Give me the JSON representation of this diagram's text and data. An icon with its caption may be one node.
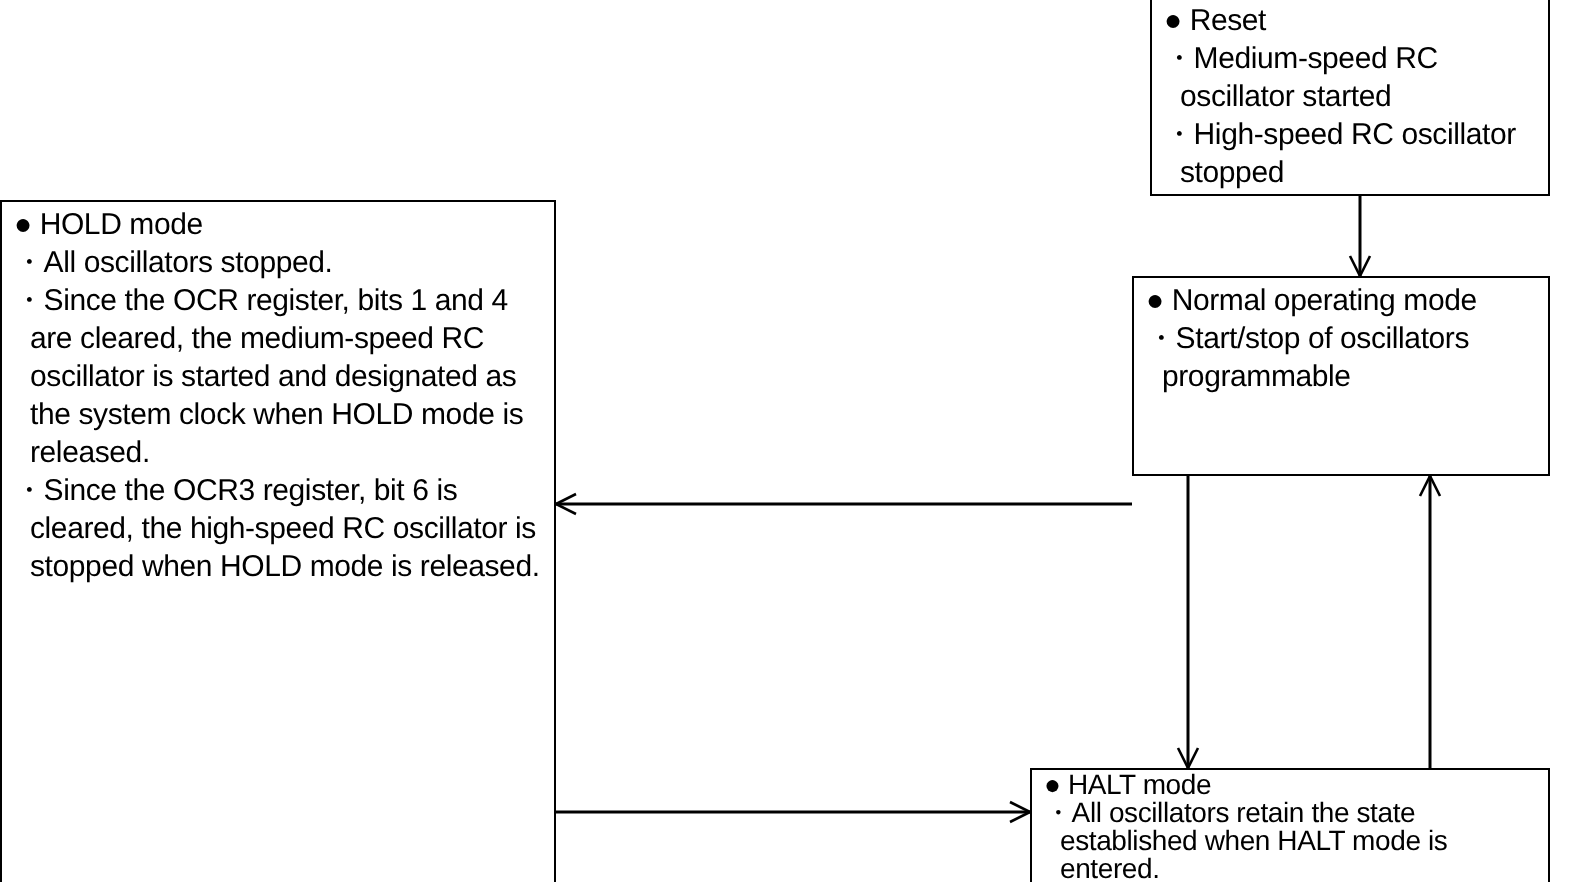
{
  "diagram": {
    "nodes": [
      {
        "text": [
          "● Reset",
          "・Medium-speed RC oscillator started",
          "・High-speed RC oscillator stopped"
        ]
      },
      {
        "text": [
          "● HOLD mode",
          "・All oscillators stopped.",
          "・Since the OCR register, bits 1 and 4 are cleared, the medium-speed RC oscillator is started and designated as the system clock when HOLD mode is released.",
          "・Since the OCR3 register, bit 6 is cleared, the high-speed RC oscillator is stopped when HOLD mode is released."
        ]
      },
      {
        "text": [
          "● Normal operating mode",
          "・Start/stop of oscillators programmable"
        ]
      },
      {
        "text": [
          "● HALT mode",
          "・All oscillators retain the state established when HALT mode is entered."
        ]
      }
    ],
    "edges": [
      {
        "from": 0,
        "to": 2,
        "arrow": "to"
      },
      {
        "from": 2,
        "to": 1,
        "arrow": "to"
      },
      {
        "from": 2,
        "to": 3,
        "arrow": "to"
      },
      {
        "from": 3,
        "to": 2,
        "arrow": "to"
      },
      {
        "from": 1,
        "to": 3,
        "arrow": "to"
      }
    ]
  }
}
